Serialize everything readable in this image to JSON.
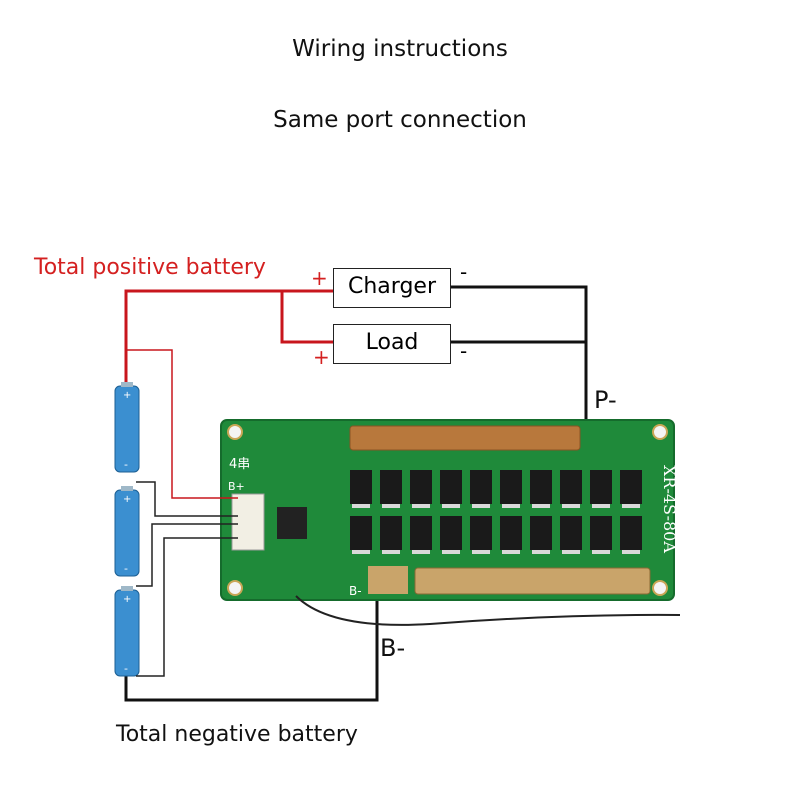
{
  "title": "Wiring instructions",
  "subtitle": "Same port connection",
  "labels": {
    "positive": "Total positive battery",
    "negative": "Total negative battery",
    "p_minus": "P-",
    "b_minus": "B-"
  },
  "boxes": {
    "charger": "Charger",
    "load": "Load"
  },
  "signs": {
    "charger_plus": "+",
    "charger_minus": "-",
    "load_plus": "+",
    "load_minus": "-"
  },
  "board": {
    "model": "XR-4S-80A",
    "marks": [
      "4串",
      "B+",
      "B-"
    ]
  },
  "battery_cells": [
    {
      "pos": "+",
      "neg": "-"
    },
    {
      "pos": "+",
      "neg": "-"
    },
    {
      "pos": "+",
      "neg": "-"
    }
  ],
  "colors": {
    "positive_wire": "#c8161d",
    "negative_wire": "#111111",
    "board": "#1f8a3a",
    "battery": "#3b8fd0",
    "copper": "#b8783c"
  }
}
